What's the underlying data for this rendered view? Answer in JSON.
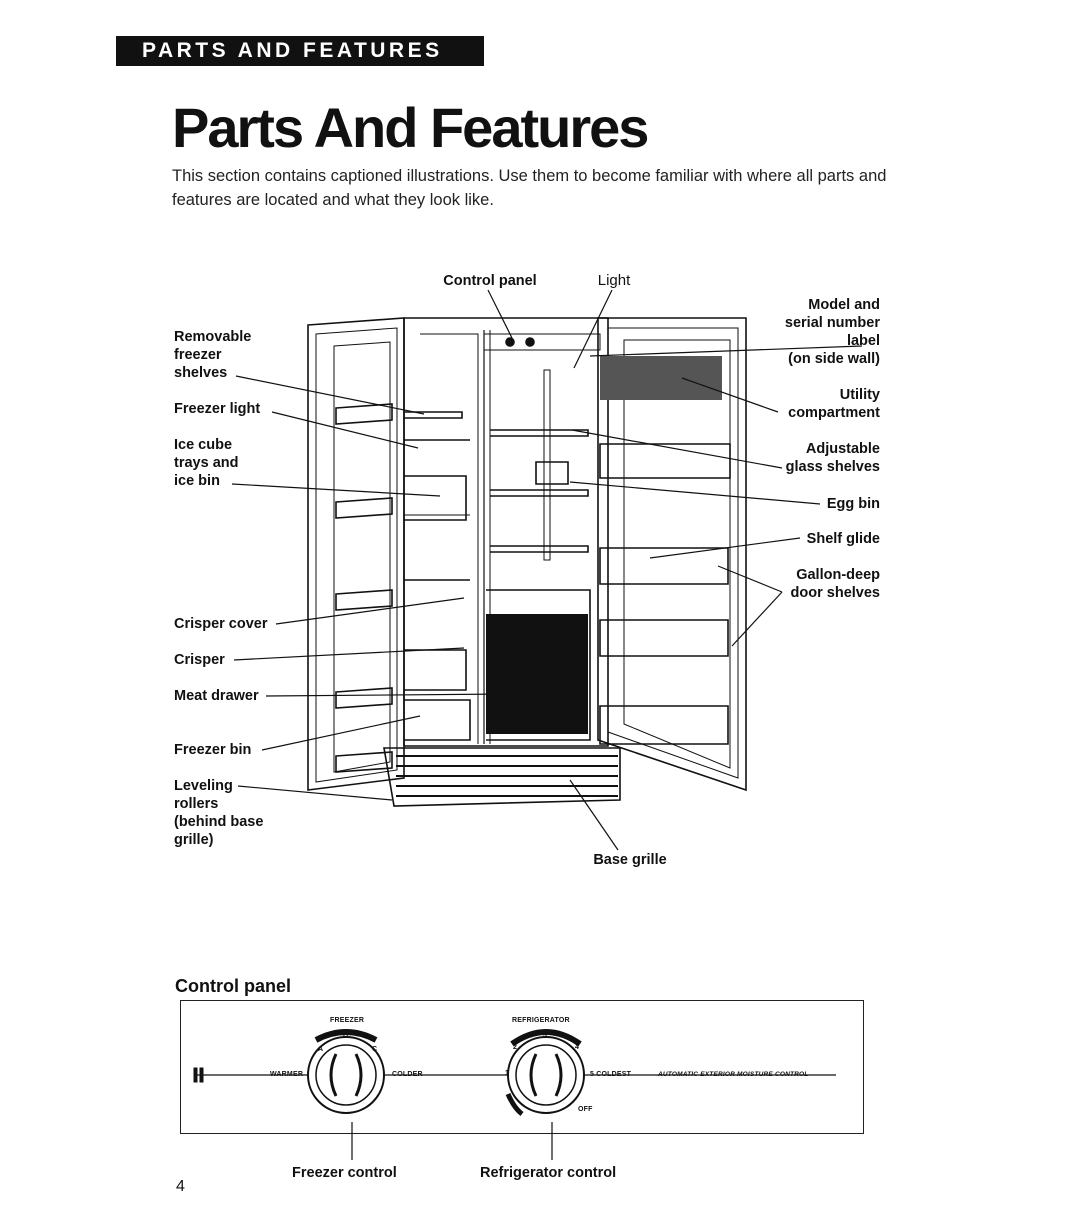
{
  "header": {
    "banner": "PARTS AND FEATURES",
    "title": "Parts And Features",
    "intro": "This section contains captioned illustrations. Use them to become familiar with where all parts and features are located and what they look like."
  },
  "diagram_labels": {
    "control_panel": "Control panel",
    "light": "Light",
    "removable_freezer_shelves": "Removable\nfreezer\nshelves",
    "freezer_light": "Freezer light",
    "ice_cube_trays": "Ice cube\ntrays and\nice bin",
    "crisper_cover": "Crisper cover",
    "crisper": "Crisper",
    "meat_drawer": "Meat drawer",
    "freezer_bin": "Freezer bin",
    "leveling_rollers": "Leveling\nrollers\n(behind base\ngrille)",
    "base_grille": "Base grille",
    "model_serial_label": "Model and\nserial number\nlabel\n(on side wall)",
    "utility_compartment": "Utility\ncompartment",
    "adjustable_glass_shelves": "Adjustable\nglass shelves",
    "egg_bin": "Egg bin",
    "shelf_glide": "Shelf glide",
    "gallon_deep_door_shelves": "Gallon-deep\ndoor shelves"
  },
  "control_panel": {
    "section_title": "Control panel",
    "freezer_label": "FREEZER",
    "refrigerator_label": "REFRIGERATOR",
    "freezer_dial_marks": [
      "A",
      "B",
      "C"
    ],
    "refrigerator_dial_marks": [
      "1",
      "2",
      "3",
      "4",
      "5"
    ],
    "warmer": "WARMER",
    "colder": "COLDER",
    "coldest": "5 COLDEST",
    "off": "OFF",
    "moisture_control": "AUTOMATIC EXTERIOR MOISTURE CONTROL",
    "freezer_control_caption": "Freezer control",
    "refrigerator_control_caption": "Refrigerator control"
  },
  "footer": {
    "page_number": "4"
  }
}
